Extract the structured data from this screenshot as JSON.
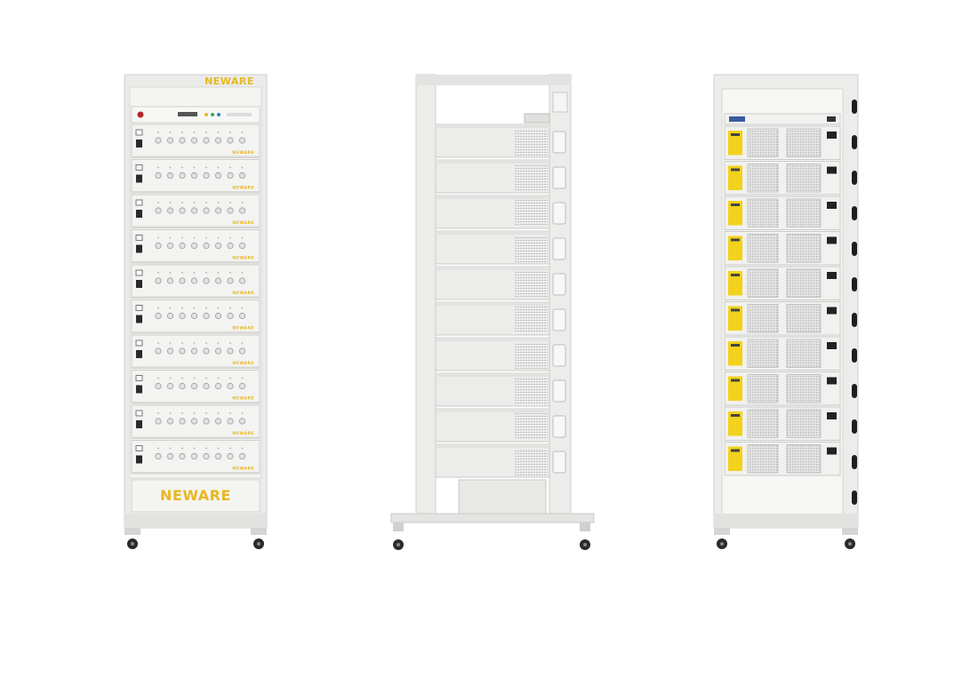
{
  "brand": {
    "top_logo": "NEWARE",
    "bottom_logo": "NEWARE",
    "module_logo": "NEWARE"
  },
  "colors": {
    "frame": "#e9e9e7",
    "panel": "#f1f1ef",
    "accent": "#e8b820",
    "label_yellow": "#f2d21b",
    "dark": "#2a2a2a"
  },
  "views": {
    "front": {
      "module_count": 10
    },
    "side": {
      "module_count": 10
    },
    "rear": {
      "module_count": 10
    }
  }
}
